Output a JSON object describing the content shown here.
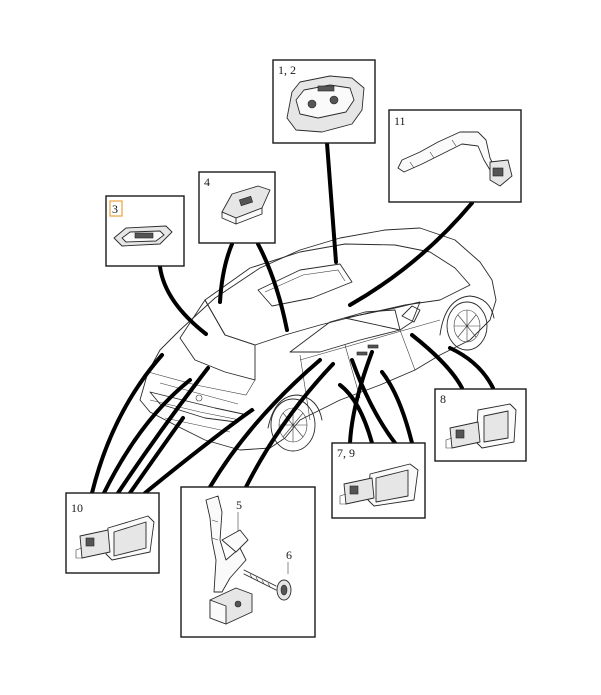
{
  "diagram": {
    "callouts": [
      {
        "id": "c12",
        "label": "1, 2"
      },
      {
        "id": "c11",
        "label": "11"
      },
      {
        "id": "c4",
        "label": "4"
      },
      {
        "id": "c3",
        "label": "3"
      },
      {
        "id": "c8",
        "label": "8"
      },
      {
        "id": "c79",
        "label": "7, 9"
      },
      {
        "id": "c10",
        "label": "10"
      },
      {
        "id": "c56",
        "label_a": "5",
        "label_b": "6"
      }
    ]
  }
}
